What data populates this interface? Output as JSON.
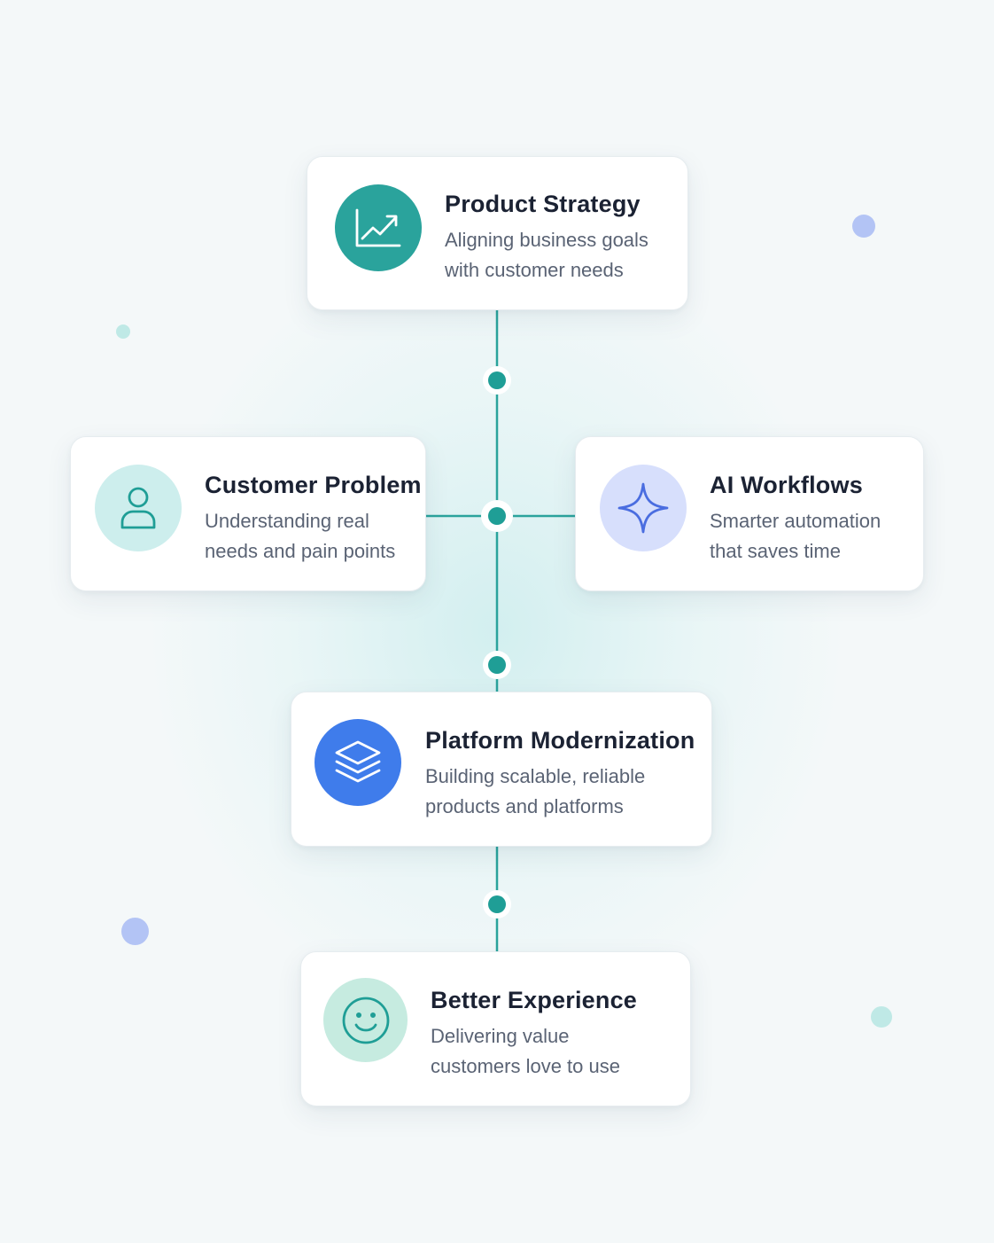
{
  "nodes": {
    "product_strategy": {
      "title": "Product Strategy",
      "desc_line1": "Aligning business goals",
      "desc_line2": "with customer needs",
      "icon": "chart-up-icon",
      "icon_bg": "#2aa39c"
    },
    "customer_problem": {
      "title": "Customer Problem",
      "desc_line1": "Understanding real",
      "desc_line2": "needs and pain points",
      "icon": "user-icon",
      "icon_bg": "#cdeeed"
    },
    "ai_workflows": {
      "title": "AI Workflows",
      "desc_line1": "Smarter automation",
      "desc_line2": "that saves time",
      "icon": "sparkle-icon",
      "icon_bg": "#d7dffc"
    },
    "platform_modernization": {
      "title": "Platform Modernization",
      "desc_line1": "Building scalable, reliable",
      "desc_line2": "products and platforms",
      "icon": "layers-icon",
      "icon_bg": "#3f7ceb"
    },
    "better_experience": {
      "title": "Better Experience",
      "desc_line1": "Delivering value",
      "desc_line2": "customers love to use",
      "icon": "smiley-icon",
      "icon_bg": "#c6ebe0"
    }
  },
  "colors": {
    "connector": "#2aa39c",
    "node_dot": "#1f9e96",
    "accent_blue": "#b3c4f5",
    "accent_teal": "#bfe9e6"
  }
}
